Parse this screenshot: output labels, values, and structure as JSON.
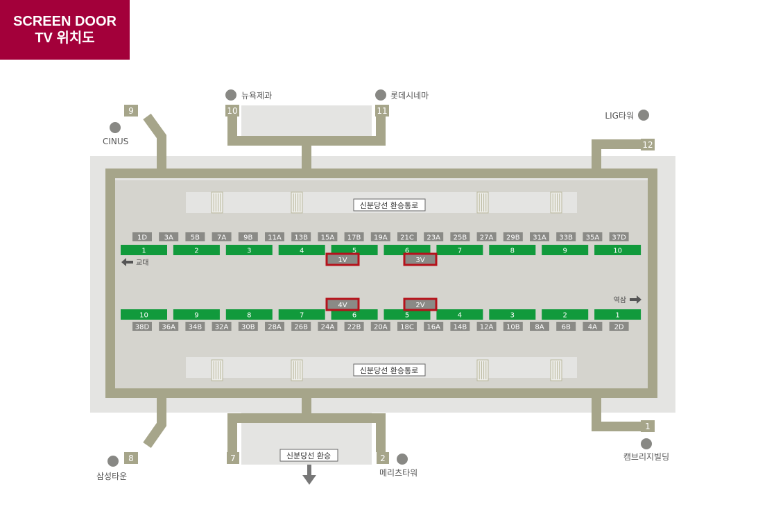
{
  "title": {
    "line1": "SCREEN DOOR",
    "line2": "TV 위치도"
  },
  "colors": {
    "title_bg": "#a3003a",
    "wall": "#a6a58a",
    "concourse": "#e4e4e2",
    "hall": "#d5d4ce",
    "platform_door": "#119a3c",
    "door_code_box": "#8a8a86",
    "tv_highlight": "#b5121b"
  },
  "exits": [
    {
      "number": "1",
      "place": "캠브리지빌딩"
    },
    {
      "number": "2",
      "place": "메리츠타워"
    },
    {
      "number": "7",
      "place": ""
    },
    {
      "number": "8",
      "place": "삼성타운"
    },
    {
      "number": "9",
      "place": "CINUS"
    },
    {
      "number": "10",
      "place": "뉴욕제과"
    },
    {
      "number": "11",
      "place": "롯데시네마"
    },
    {
      "number": "12",
      "place": "LIG타워"
    }
  ],
  "transfer": {
    "top_label": "신분당선 환승통로",
    "bottom_label": "신분당선 환승통로",
    "exit_label": "신분당선 환승"
  },
  "directions": {
    "left": "교대",
    "right": "역삼"
  },
  "upper_platform": {
    "codes": [
      "1D",
      "3A",
      "5B",
      "7A",
      "9B",
      "11A",
      "13B",
      "15A",
      "17B",
      "19A",
      "21C",
      "23A",
      "25B",
      "27A",
      "29B",
      "31A",
      "33B",
      "35A",
      "37D"
    ],
    "doors": [
      "1",
      "2",
      "3",
      "4",
      "5",
      "6",
      "7",
      "8",
      "9",
      "10"
    ],
    "tvs": [
      "1V",
      "3V"
    ]
  },
  "lower_platform": {
    "codes": [
      "38D",
      "36A",
      "34B",
      "32A",
      "30B",
      "28A",
      "26B",
      "24A",
      "22B",
      "20A",
      "18C",
      "16A",
      "14B",
      "12A",
      "10B",
      "8A",
      "6B",
      "4A",
      "2D"
    ],
    "doors": [
      "10",
      "9",
      "8",
      "7",
      "6",
      "5",
      "4",
      "3",
      "2",
      "1"
    ],
    "tvs": [
      "4V",
      "2V"
    ]
  }
}
